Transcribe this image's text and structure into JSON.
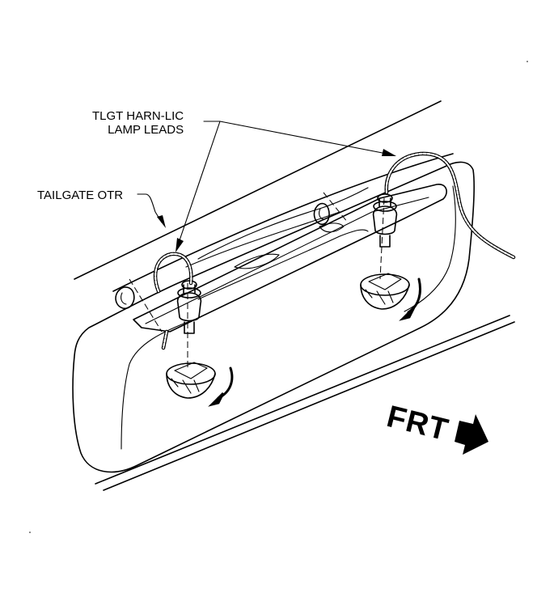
{
  "labels": {
    "harness_line1": "TLGT HARN-LIC",
    "harness_line2": "LAMP LEADS",
    "tailgate": "TAILGATE OTR",
    "front": "FRT"
  },
  "icons": [
    "front-direction-arrow-icon",
    "rotate-arrow-icon",
    "lamp-socket-icon",
    "lamp-bulb-icon"
  ]
}
